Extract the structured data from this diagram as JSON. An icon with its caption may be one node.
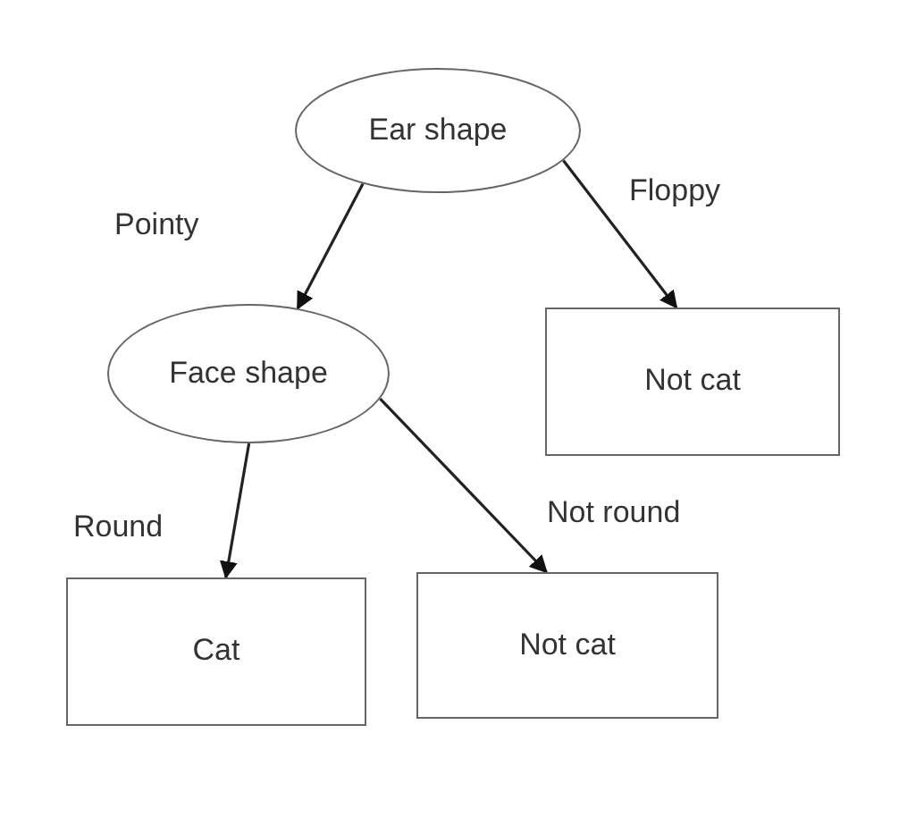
{
  "diagram": {
    "nodes": [
      {
        "text": [
          "Ear shape"
        ]
      },
      {
        "text": [
          "Face shape"
        ]
      },
      {
        "text": [
          "Not cat"
        ]
      },
      {
        "text": [
          "Cat"
        ]
      },
      {
        "text": [
          "Not cat"
        ]
      }
    ],
    "edges": [
      {
        "from": 0,
        "to": 1,
        "arrow": "to",
        "label": "Pointy"
      },
      {
        "from": 0,
        "to": 2,
        "arrow": "to",
        "label": "Floppy"
      },
      {
        "from": 1,
        "to": 3,
        "arrow": "to",
        "label": "Round"
      },
      {
        "from": 1,
        "to": 4,
        "arrow": "to",
        "label": "Not round"
      }
    ]
  }
}
